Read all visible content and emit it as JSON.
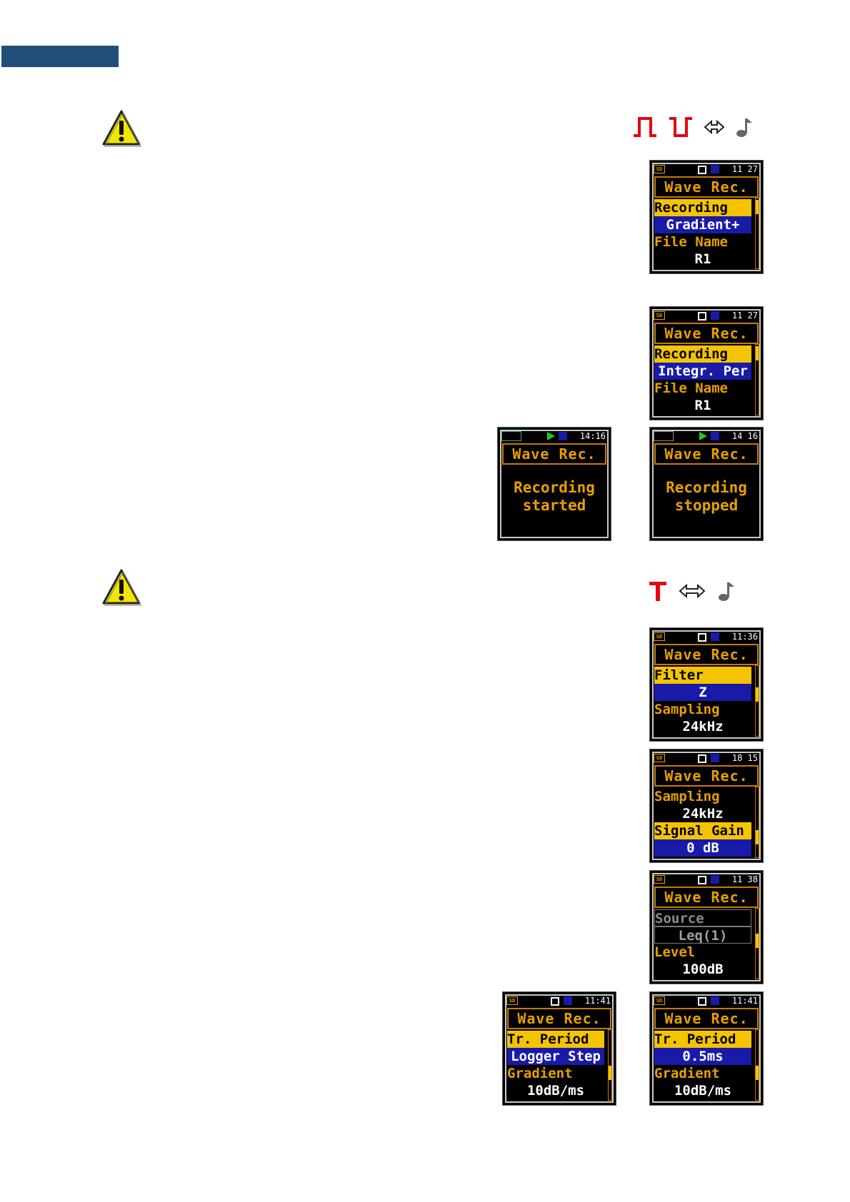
{
  "screens": {
    "s1": {
      "time": "11 27",
      "title": "Wave Rec.",
      "r1": "Recording",
      "r2": "Gradient+",
      "r3": "File Name",
      "r4": "R1"
    },
    "s2": {
      "time": "11 27",
      "title": "Wave Rec.",
      "r1": "Recording",
      "r2": "Integr. Per",
      "r3": "File Name",
      "r4": "R1"
    },
    "s3": {
      "time": "14:16",
      "title": "Wave Rec.",
      "m1": "Recording",
      "m2": "started"
    },
    "s4": {
      "time": "14 16",
      "title": "Wave Rec.",
      "m1": "Recording",
      "m2": "stopped"
    },
    "s5": {
      "time": "11:36",
      "title": "Wave Rec.",
      "r1": "Filter",
      "r2": "Z",
      "r3": "Sampling",
      "r4": "24kHz"
    },
    "s6": {
      "time": "18 15",
      "title": "Wave Rec.",
      "r1": "Sampling",
      "r2": "24kHz",
      "r3": "Signal Gain",
      "r4": "0 dB"
    },
    "s7": {
      "time": "11 38",
      "title": "Wave Rec.",
      "r1": "Source",
      "r2": "Leq(1)",
      "r3": "Level",
      "r4": "100dB"
    },
    "s8": {
      "time": "11:41",
      "title": "Wave Rec.",
      "r1": "Tr. Period",
      "r2": "Logger Step",
      "r3": "Gradient",
      "r4": "10dB/ms"
    },
    "s9": {
      "time": "11:41",
      "title": "Wave Rec.",
      "r1": "Tr. Period",
      "r2": "0.5ms",
      "r3": "Gradient",
      "r4": "10dB/ms"
    }
  },
  "icons": {
    "warning_1": "warning-icon",
    "warning_2": "warning-icon",
    "trigger_rise": "slope-plus-icon",
    "trigger_fall": "slope-minus-icon",
    "double_arrow": "double-arrow-icon",
    "note": "note-icon",
    "t_trigger": "t-trigger-icon",
    "colors": {
      "accent_red": "#e30613",
      "screen_orange": "#e8a000",
      "screen_yellow": "#f5c400",
      "screen_blue": "#1a1aa8",
      "header_blue": "#1f4e79"
    }
  }
}
